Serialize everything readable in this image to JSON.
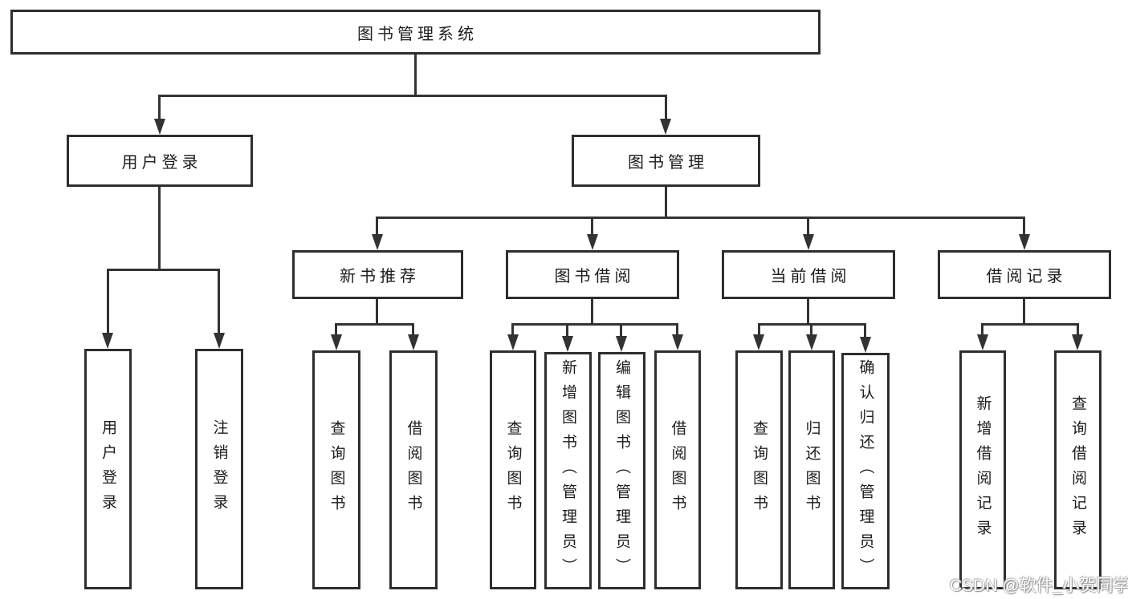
{
  "tree": {
    "label": "图书管理系统",
    "children": [
      {
        "label": "用户登录",
        "children": [
          {
            "label": "用户登录"
          },
          {
            "label": "注销登录"
          }
        ]
      },
      {
        "label": "图书管理",
        "children": [
          {
            "label": "新书推荐",
            "children": [
              {
                "label": "查询图书"
              },
              {
                "label": "借阅图书"
              }
            ]
          },
          {
            "label": "图书借阅",
            "children": [
              {
                "label": "查询图书"
              },
              {
                "label": "新增图书（管理员）"
              },
              {
                "label": "编辑图书（管理员）"
              },
              {
                "label": "借阅图书"
              }
            ]
          },
          {
            "label": "当前借阅",
            "children": [
              {
                "label": "查询图书"
              },
              {
                "label": "归还图书"
              },
              {
                "label": "确认归还（管理员）"
              }
            ]
          },
          {
            "label": "借阅记录",
            "children": [
              {
                "label": "新增借阅记录"
              },
              {
                "label": "查询借阅记录"
              }
            ]
          }
        ]
      }
    ]
  },
  "watermark": {
    "text": "CSDN @软件_小贺同学"
  },
  "colors": {
    "line": "#333333",
    "box_border": "#2e2e2e",
    "text": "#1c1c1c",
    "background": "#ffffff",
    "watermark": "#ffffff"
  }
}
